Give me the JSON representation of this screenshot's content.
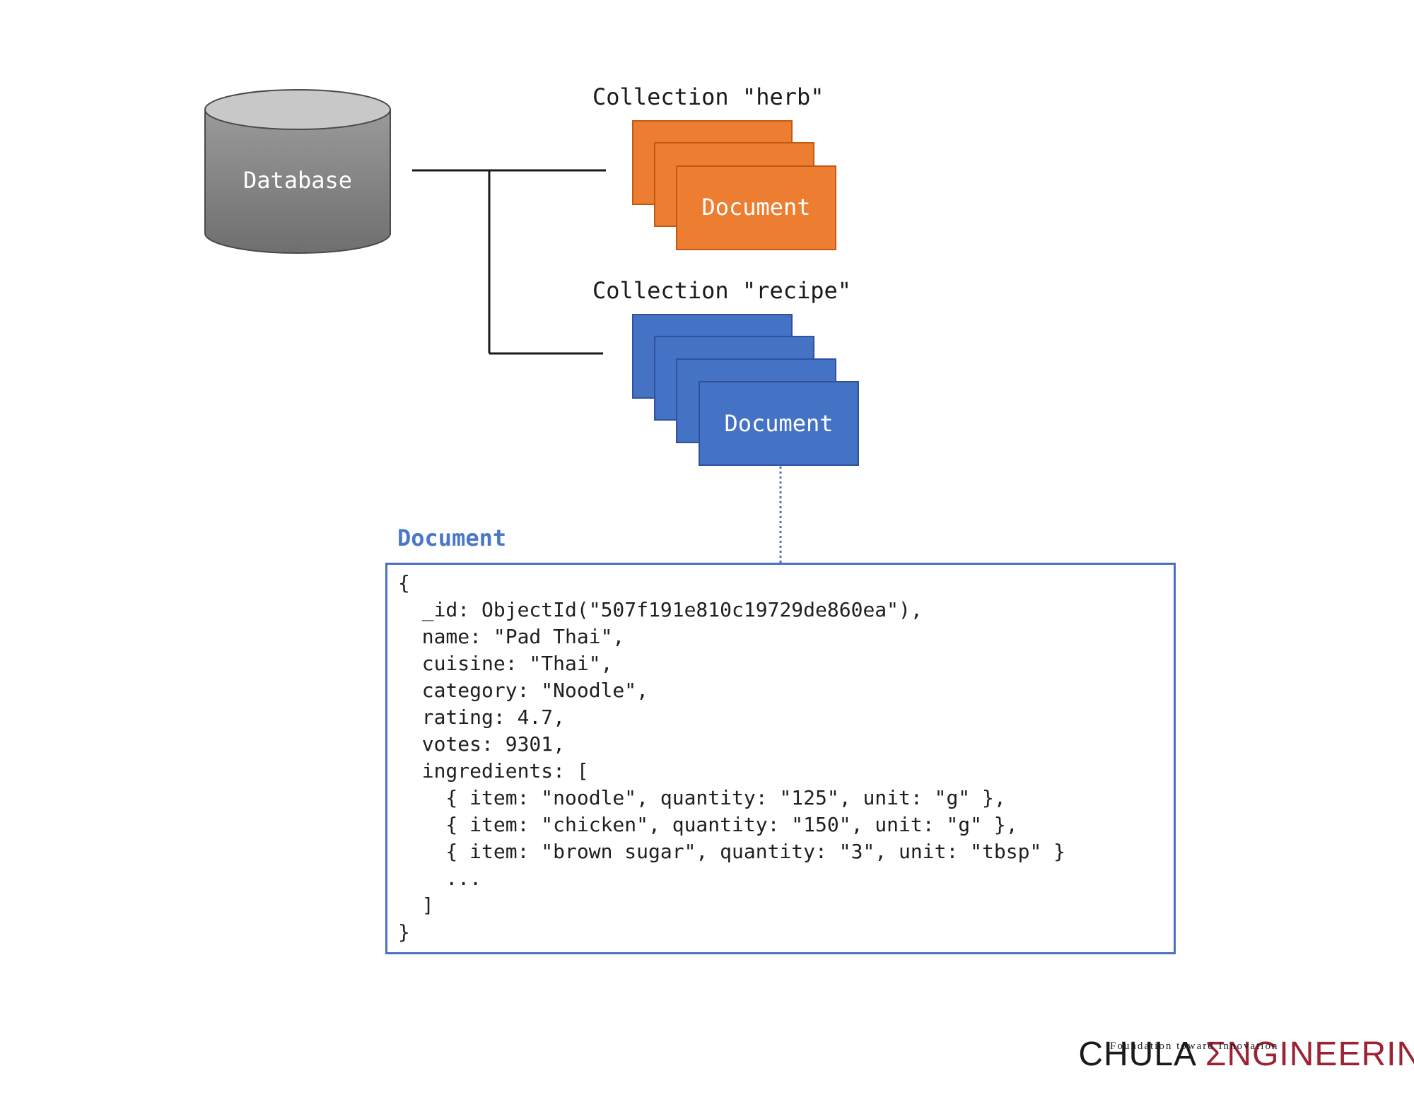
{
  "database": {
    "label": "Database"
  },
  "collections": [
    {
      "title": "Collection \"herb\"",
      "document_label": "Document",
      "color": "#ed7d31"
    },
    {
      "title": "Collection \"recipe\"",
      "document_label": "Document",
      "color": "#4472c4"
    }
  ],
  "document_detail": {
    "heading": "Document",
    "lines": [
      "{",
      "  _id: ObjectId(\"507f191e810c19729de860ea\"),",
      "  name: \"Pad Thai\",",
      "  cuisine: \"Thai\",",
      "  category: \"Noodle\",",
      "  rating: 4.7,",
      "  votes: 9301,",
      "  ingredients: [",
      "    { item: \"noodle\", quantity: \"125\", unit: \"g\" },",
      "    { item: \"chicken\", quantity: \"150\", unit: \"g\" },",
      "    { item: \"brown sugar\", quantity: \"3\", unit: \"tbsp\" }",
      "    ...",
      "  ]",
      "}"
    ]
  },
  "logo": {
    "chula": "CHULA",
    "engineering": "ΣNGINEERING",
    "tagline": "Foundation toward Innovation"
  }
}
